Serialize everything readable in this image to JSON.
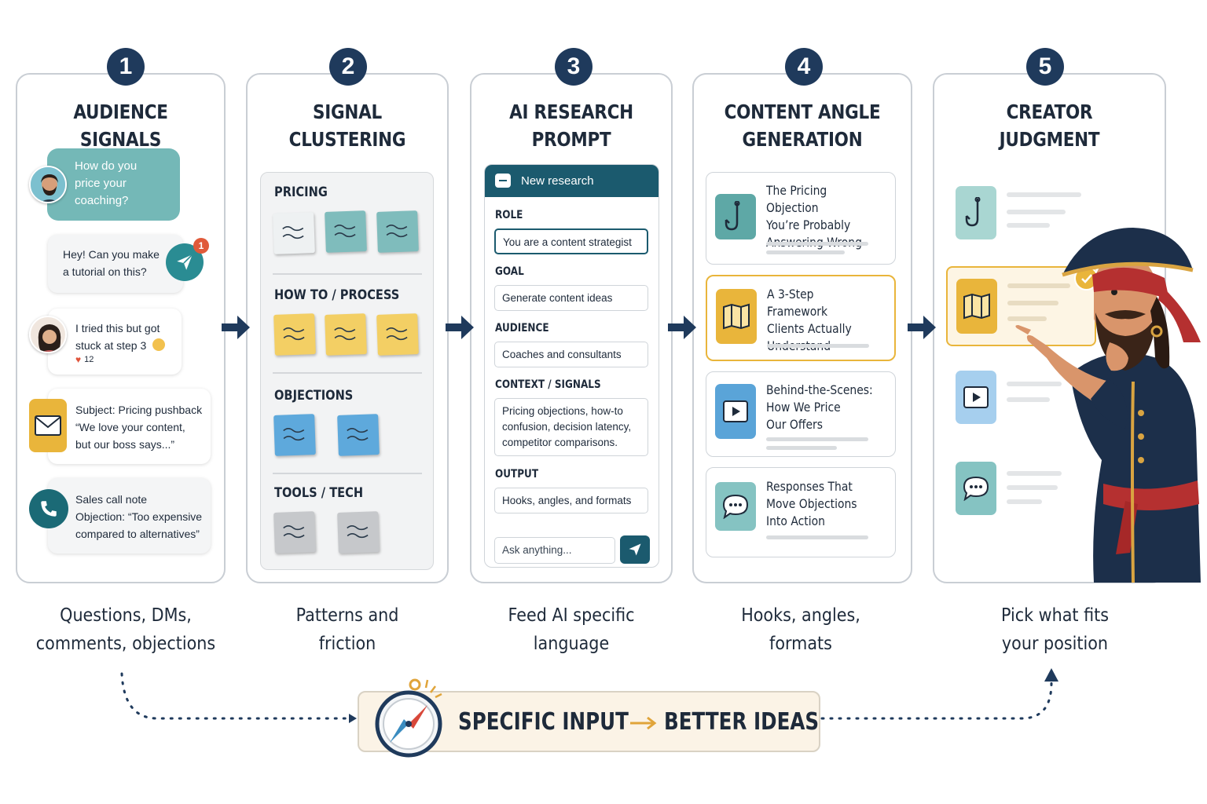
{
  "steps": [
    {
      "number": "1",
      "title": "AUDIENCE SIGNALS",
      "caption": "Questions, DMs,\ncomments, objections"
    },
    {
      "number": "2",
      "title": "SIGNAL\nCLUSTERING",
      "caption": "Patterns and\nfriction"
    },
    {
      "number": "3",
      "title": "AI RESEARCH\nPROMPT",
      "caption": "Feed AI specific\nlanguage"
    },
    {
      "number": "4",
      "title": "CONTENT ANGLE\nGENERATION",
      "caption": "Hooks, angles,\nformats"
    },
    {
      "number": "5",
      "title": "CREATOR\nJUDGMENT",
      "caption": "Pick what fits\nyour position"
    }
  ],
  "signals": {
    "question": "How do you\nprice your\ncoaching?",
    "tutorial_request": "Hey! Can you make\na tutorial on this?",
    "notification_count": "1",
    "comment": "I tried this but got\nstuck at step 3",
    "comment_likes": "12",
    "email": "Subject: Pricing pushback\n“We love your content,\nbut our boss says...”",
    "call_note": "Sales call note\nObjection: “Too expensive\ncompared to alternatives”"
  },
  "clusters": [
    {
      "label": "PRICING",
      "color": "teal"
    },
    {
      "label": "HOW TO / PROCESS",
      "color": "yellow"
    },
    {
      "label": "OBJECTIONS",
      "color": "blue"
    },
    {
      "label": "TOOLS / TECH",
      "color": "grey"
    }
  ],
  "research_form": {
    "header": "New research",
    "role_label": "ROLE",
    "role_value": "You are a content strategist",
    "goal_label": "GOAL",
    "goal_value": "Generate content ideas",
    "audience_label": "AUDIENCE",
    "audience_value": "Coaches and consultants",
    "context_label": "CONTEXT / SIGNALS",
    "context_value": "Pricing objections, how-to\nconfusion, decision latency,\ncompetitor comparisons.",
    "output_label": "OUTPUT",
    "output_value": "Hooks, angles, and formats",
    "ask_placeholder": "Ask anything..."
  },
  "angles": [
    {
      "title": "The Pricing Objection\nYou’re Probably\nAnswering Wrong",
      "icon": "fishhook-icon"
    },
    {
      "title": "A 3-Step Framework\nClients Actually\nUnderstand",
      "icon": "map-icon"
    },
    {
      "title": "Behind-the-Scenes:\nHow We Price\nOur Offers",
      "icon": "play-icon"
    },
    {
      "title": "Responses That\nMove Objections\nInto Action",
      "icon": "chat-icon"
    }
  ],
  "banner": {
    "input": "SPECIFIC INPUT",
    "output": "BETTER IDEAS"
  },
  "colors": {
    "navy": "#1f3a5c",
    "teal": "#5ea8a6",
    "yellow": "#e9b53b",
    "blue": "#5aa4d8",
    "grey": "#c4c7cb",
    "accent_orange": "#e0a43a"
  }
}
